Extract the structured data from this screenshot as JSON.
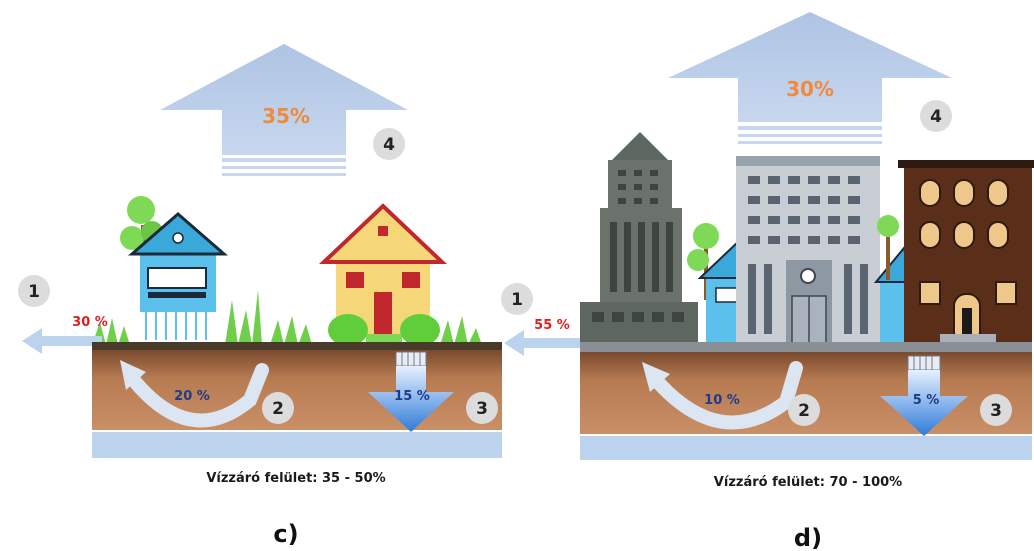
{
  "panels": [
    {
      "id": "c",
      "panel_label": "c)",
      "evaporation_pct": "35%",
      "runoff_pct": "30 %",
      "shallow_infiltration_pct": "20 %",
      "deep_infiltration_pct": "15 %",
      "caption": "Vízzáró felület: 35 - 50%",
      "badges": [
        "1",
        "2",
        "3",
        "4"
      ]
    },
    {
      "id": "d",
      "panel_label": "d)",
      "evaporation_pct": "30%",
      "runoff_pct": "55 %",
      "shallow_infiltration_pct": "10 %",
      "deep_infiltration_pct": "5 %",
      "caption": "Vízzáró felület: 70 - 100%",
      "badges": [
        "1",
        "2",
        "3",
        "4"
      ]
    }
  ],
  "colors": {
    "arrow_blue": "#b7cbe6",
    "soil": "#a86a45",
    "groundwater": "#bcd3ee",
    "grass": "#6fcf4a",
    "badge": "#dcdcdc",
    "accent_orange": "#f08a3c",
    "accent_red": "#e02020"
  }
}
